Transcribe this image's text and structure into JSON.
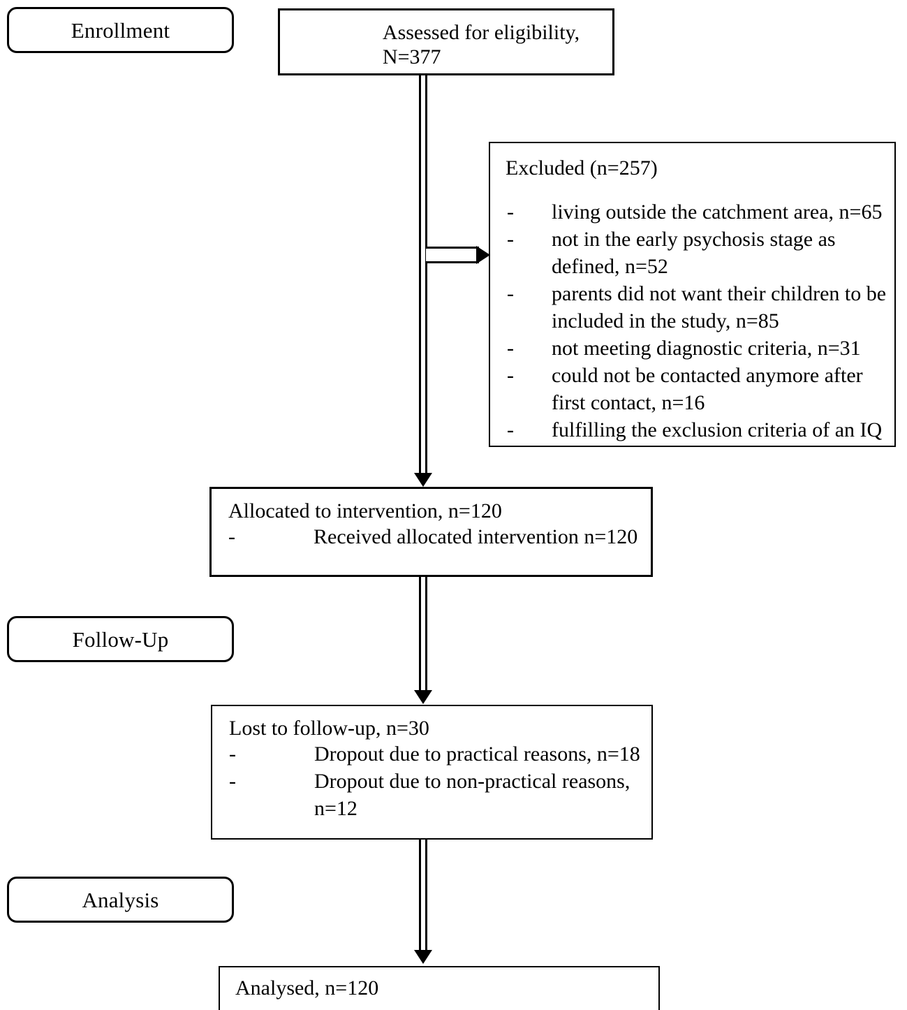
{
  "diagram": {
    "title": "CONSORT participant flow diagram",
    "colors": {
      "stroke": "#000000",
      "background": "#ffffff",
      "text": "#000000"
    }
  },
  "stages": [
    {
      "id": "enrollment",
      "label": "Enrollment"
    },
    {
      "id": "follow_up",
      "label": "Follow-Up"
    },
    {
      "id": "analysis",
      "label": "Analysis"
    }
  ],
  "boxes": {
    "eligibility": {
      "heading": "Assessed for eligibility,\nN=377"
    },
    "excluded": {
      "heading": "Excluded (n=257)",
      "items": [
        "living outside the catchment area, n=65",
        "not in the early psychosis stage as defined, n=52",
        "parents did not want their children to be included in the study, n=85",
        "not meeting diagnostic criteria, n=31",
        "could not be contacted anymore after first contact, n=16",
        "fulfilling the exclusion criteria of an IQ"
      ],
      "bullet": "-"
    },
    "allocation": {
      "heading": "Allocated to intervention, n=120",
      "items": [
        "Received allocated intervention n=120"
      ],
      "bullet": "-"
    },
    "lost_to_followup": {
      "heading": "Lost to follow-up, n=30",
      "items": [
        "Dropout due to practical reasons, n=18",
        "Dropout due to non-practical reasons, n=12"
      ],
      "bullet": "-"
    },
    "analysed": {
      "heading": "Analysed, n=120"
    }
  },
  "connectors": [
    {
      "id": "eligibility-to-allocation",
      "kind": "vertical-double-arrow"
    },
    {
      "id": "eligibility-to-excluded",
      "kind": "horizontal-double-arrow"
    },
    {
      "id": "allocation-to-followup",
      "kind": "vertical-double-arrow"
    },
    {
      "id": "followup-to-analysed",
      "kind": "vertical-double-arrow"
    }
  ]
}
